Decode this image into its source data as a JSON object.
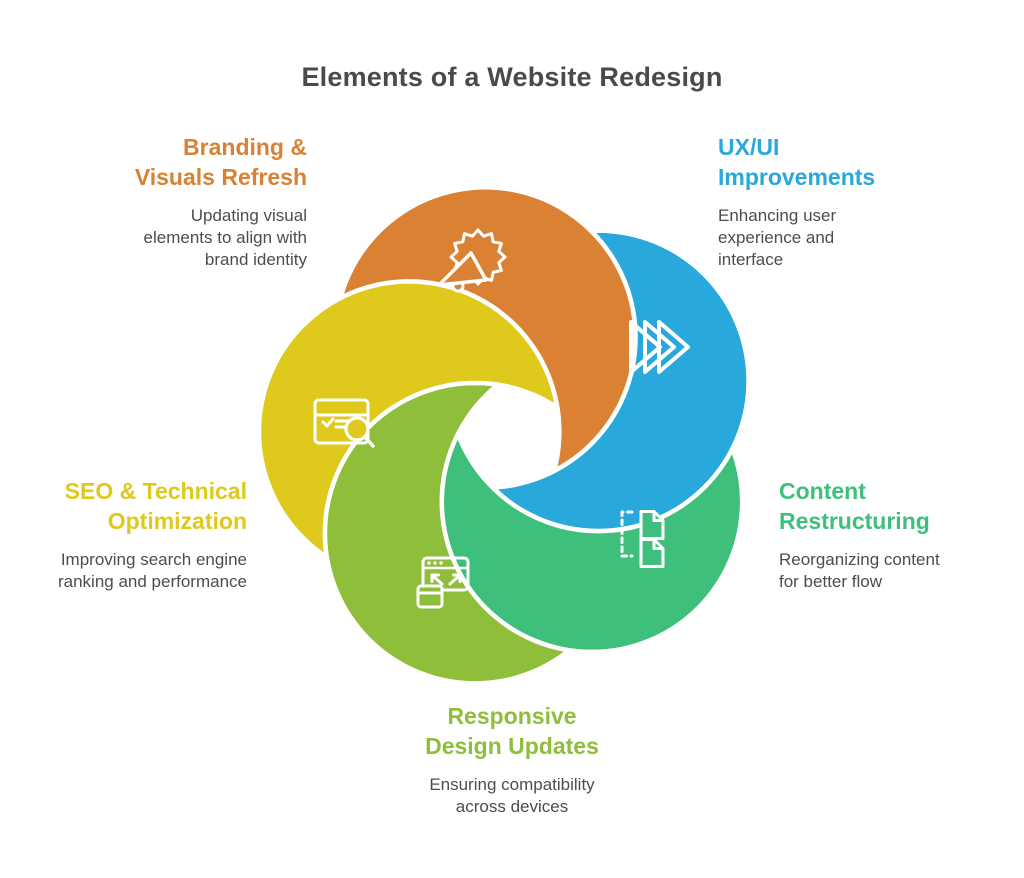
{
  "title": "Elements of a Website Redesign",
  "colors": {
    "orange": "#DA8134",
    "blue": "#29A8DC",
    "green": "#3EC07C",
    "light_green": "#8FBE3B",
    "yellow": "#DFC91C",
    "title_text": "#4A4A4A",
    "body_text": "#4D4D4D",
    "icon_stroke": "#FFFFFF"
  },
  "sections": [
    {
      "id": "branding",
      "color_key": "orange",
      "icon": "megaphone-badge-icon",
      "title_lines": [
        "Branding &",
        "Visuals Refresh"
      ],
      "desc_lines": [
        "Updating visual",
        "elements to align with",
        "brand identity"
      ]
    },
    {
      "id": "uxui",
      "color_key": "blue",
      "icon": "fast-forward-icon",
      "title_lines": [
        "UX/UI",
        "Improvements"
      ],
      "desc_lines": [
        "Enhancing user",
        "experience and",
        "interface"
      ]
    },
    {
      "id": "content",
      "color_key": "green",
      "icon": "sitemap-documents-icon",
      "title_lines": [
        "Content",
        "Restructuring"
      ],
      "desc_lines": [
        "Reorganizing content",
        "for better flow"
      ]
    },
    {
      "id": "seo",
      "color_key": "yellow",
      "icon": "browser-search-icon",
      "title_lines": [
        "SEO & Technical",
        "Optimization"
      ],
      "desc_lines": [
        "Improving search engine",
        "ranking and performance"
      ]
    },
    {
      "id": "responsive",
      "color_key": "light_green",
      "icon": "responsive-devices-icon",
      "title_lines": [
        "Responsive",
        "Design Updates"
      ],
      "desc_lines": [
        "Ensuring compatibility",
        "across devices"
      ]
    }
  ]
}
